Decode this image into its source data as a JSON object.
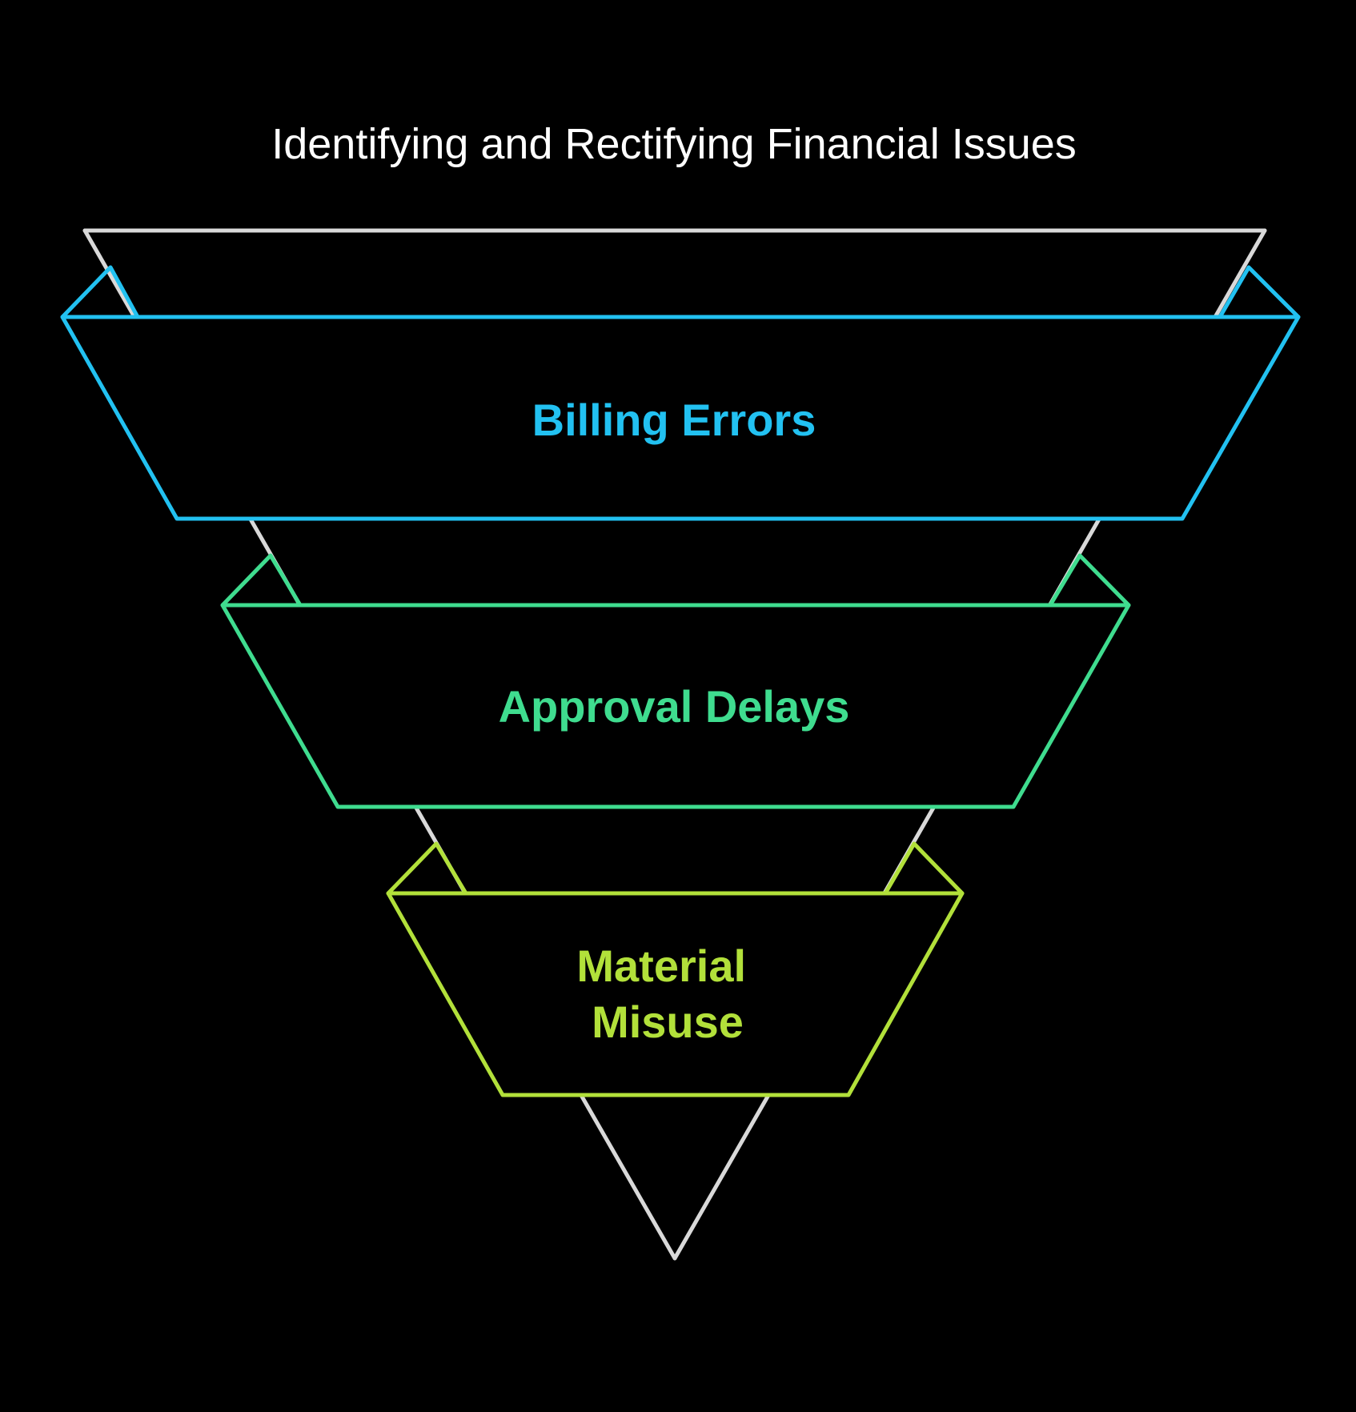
{
  "title": "Identifying and Rectifying Financial Issues",
  "colors": {
    "background": "#000000",
    "title": "#ffffff",
    "funnel_outline": "#d9d9d9"
  },
  "levels": [
    {
      "label": "Billing Errors",
      "color": "#22c1f1"
    },
    {
      "label": "Approval Delays",
      "color": "#3fdc8f"
    },
    {
      "label": "Material Misuse",
      "label_lines": [
        "Material",
        "Misuse"
      ],
      "color": "#b2e03a"
    }
  ]
}
